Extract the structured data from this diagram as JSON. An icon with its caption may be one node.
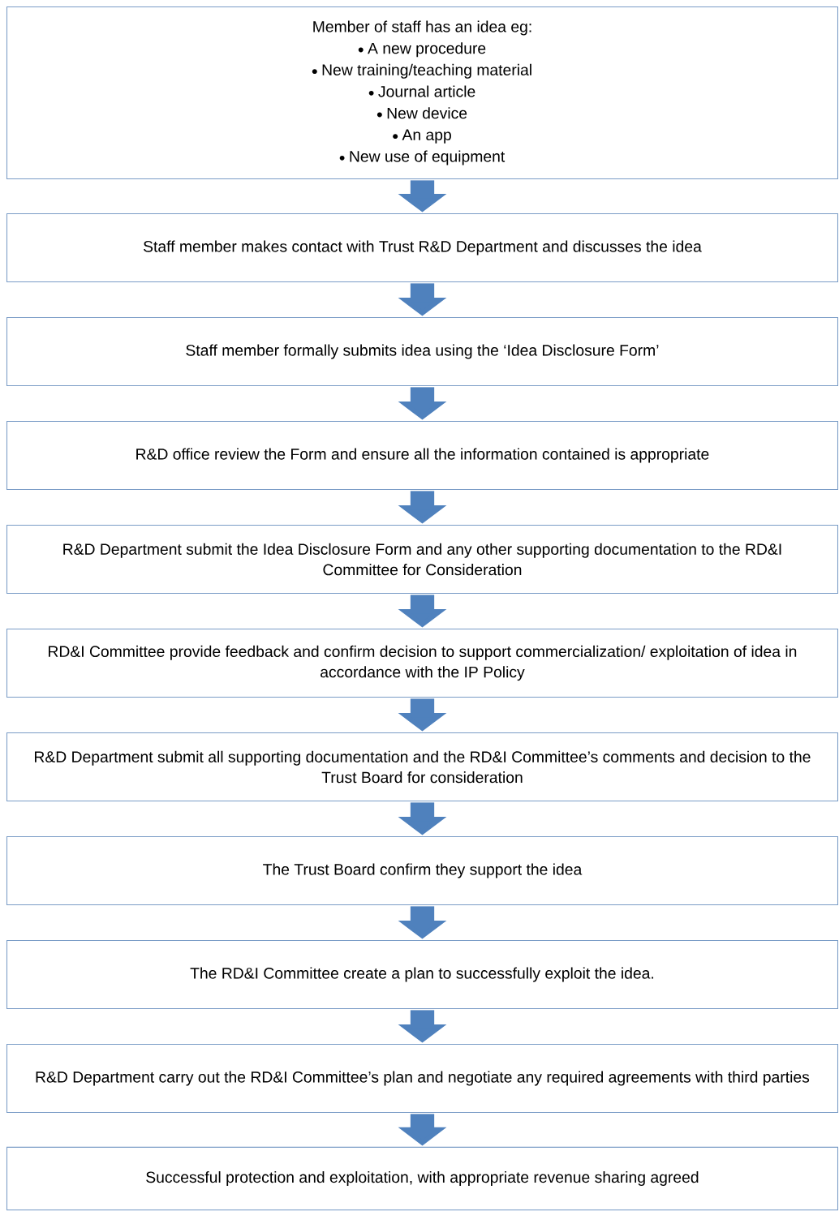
{
  "diagram": {
    "nodes": [
      {
        "text": [
          "Member of staff has an idea eg:",
          "A new procedure",
          "New training/teaching material",
          "Journal article",
          "New device",
          "An app",
          "New use of equipment"
        ]
      },
      {
        "text": [
          "Staff member makes contact with Trust R&D Department and discusses the idea"
        ]
      },
      {
        "text": [
          "Staff member formally submits idea using the ‘Idea Disclosure Form’"
        ]
      },
      {
        "text": [
          "R&D office review the Form and ensure all the information contained is appropriate"
        ]
      },
      {
        "text": [
          "R&D Department submit the Idea Disclosure Form and any other supporting documentation to the RD&I Committee for Consideration"
        ]
      },
      {
        "text": [
          "RD&I Committee provide feedback and confirm decision to support commercialization/ exploitation of idea in accordance with the IP Policy"
        ]
      },
      {
        "text": [
          "R&D Department submit all supporting documentation and the RD&I Committee’s comments and decision to the Trust Board for consideration"
        ]
      },
      {
        "text": [
          "The Trust Board confirm they support the idea"
        ]
      },
      {
        "text": [
          "The RD&I Committee create a plan to successfully exploit the idea."
        ]
      },
      {
        "text": [
          "R&D Department carry out the RD&I Committee’s plan and negotiate any required agreements with third parties"
        ]
      },
      {
        "text": [
          "Successful protection and exploitation, with appropriate revenue sharing agreed"
        ]
      }
    ],
    "edges": [
      {
        "from": 0,
        "to": 1,
        "arrow": "to"
      },
      {
        "from": 1,
        "to": 2,
        "arrow": "to"
      },
      {
        "from": 2,
        "to": 3,
        "arrow": "to"
      },
      {
        "from": 3,
        "to": 4,
        "arrow": "to"
      },
      {
        "from": 4,
        "to": 5,
        "arrow": "to"
      },
      {
        "from": 5,
        "to": 6,
        "arrow": "to"
      },
      {
        "from": 6,
        "to": 7,
        "arrow": "to"
      },
      {
        "from": 7,
        "to": 8,
        "arrow": "to"
      },
      {
        "from": 8,
        "to": 9,
        "arrow": "to"
      },
      {
        "from": 9,
        "to": 10,
        "arrow": "to"
      }
    ]
  }
}
